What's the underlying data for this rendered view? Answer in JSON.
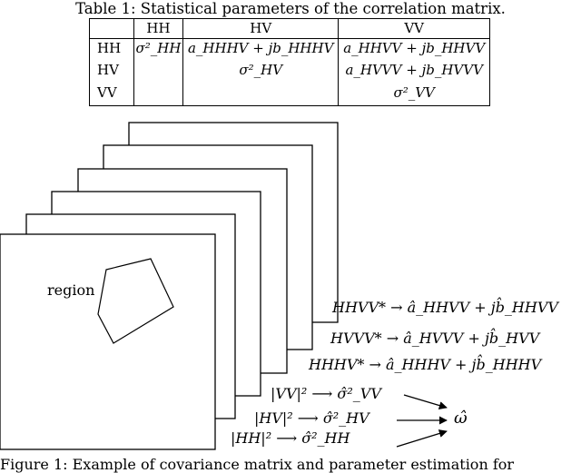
{
  "table": {
    "caption": "Table 1: Statistical parameters of the correlation matrix.",
    "headers": [
      "",
      "HH",
      "HV",
      "VV"
    ],
    "rows": [
      {
        "label": "HH",
        "cells": [
          "σ²_HH",
          "a_HHHV + jb_HHHV",
          "a_HHVV + jb_HHVV"
        ]
      },
      {
        "label": "HV",
        "cells": [
          "",
          "σ²_HV",
          "a_HVVV + jb_HVVV"
        ]
      },
      {
        "label": "VV",
        "cells": [
          "",
          "",
          "σ²_VV"
        ]
      }
    ]
  },
  "figure": {
    "region_label": "region",
    "estimates": [
      {
        "lhs": "HHVV*",
        "rhs": "â_HHVV + jb̂_HHVV"
      },
      {
        "lhs": "HVVV*",
        "rhs": "â_HVVV + jb̂_HVV"
      },
      {
        "lhs": "HHHV*",
        "rhs": "â_HHHV + jb̂_HHHV"
      },
      {
        "lhs": "|VV|²",
        "rhs": "σ̂²_VV"
      },
      {
        "lhs": "|HV|²",
        "rhs": "σ̂²_HV"
      },
      {
        "lhs": "|HH|²",
        "rhs": "σ̂²_HH"
      }
    ],
    "result_symbol": "ω̂",
    "caption_fragment": "Figure 1: Example of covariance matrix and parameter estimation for"
  }
}
